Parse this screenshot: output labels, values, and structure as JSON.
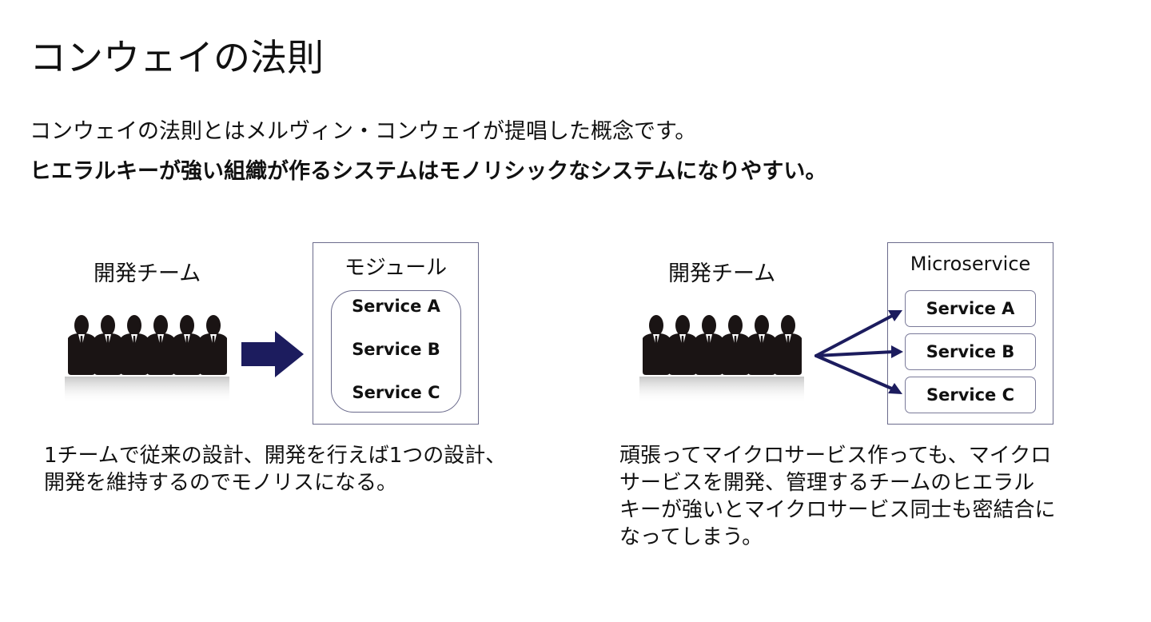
{
  "slide": {
    "title": "コンウェイの法則",
    "intro": "コンウェイの法則とはメルヴィン・コンウェイが提唱した概念です。",
    "thesis": "ヒエラルキーが強い組織が作るシステムはモノリシックなシステムになりやすい。"
  },
  "colors": {
    "arrow": "#1c1c5e",
    "box_border": "#6b6b8c",
    "people": "#1a1414"
  },
  "left_diagram": {
    "team_label": "開発チーム",
    "team_icon": "team-of-six-people-icon",
    "arrow_icon": "block-arrow-right-icon",
    "box_title": "モジュール",
    "services": [
      "Service A",
      "Service B",
      "Service C"
    ],
    "caption_lines": [
      "1チームで従来の設計、開発を行えば1つの設計、",
      "開発を維持するのでモノリスになる。"
    ]
  },
  "right_diagram": {
    "team_label": "開発チーム",
    "team_icon": "team-of-six-people-icon",
    "arrow_icon": "three-branching-arrows-icon",
    "box_title": "Microservice",
    "services": [
      "Service A",
      "Service B",
      "Service C"
    ],
    "caption_lines": [
      "頑張ってマイクロサービス作っても、マイクロ",
      "サービスを開発、管理するチームのヒエラル",
      "キーが強いとマイクロサービス同士も密結合に",
      "なってしまう。"
    ]
  }
}
